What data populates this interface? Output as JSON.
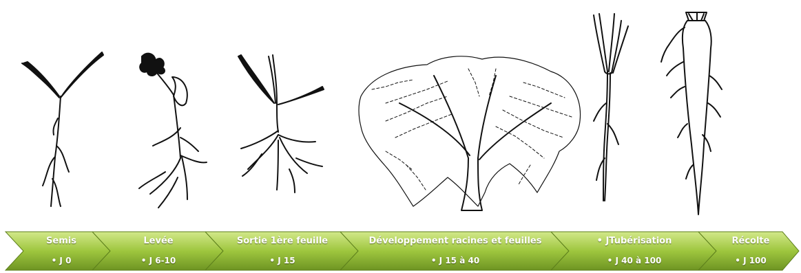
{
  "diagram": {
    "stages": [
      {
        "title": "Semis",
        "detail": "• J 0",
        "illustration": "seedling-illustration"
      },
      {
        "title": "Levée",
        "detail": "• J 6-10",
        "illustration": "emergence-illustration"
      },
      {
        "title": "Sortie 1ère feuille",
        "detail": "• J 15",
        "illustration": "first-leaf-illustration"
      },
      {
        "title": "Développement racines et feuilles",
        "detail": "• J 15 à 40",
        "illustration": "foliage-illustration"
      },
      {
        "title": "• JTubérisation",
        "detail": "• J 40 à 100",
        "illustration": "tuberization-illustration"
      },
      {
        "title": "Récolte",
        "detail": "• J 100",
        "illustration": "carrot-root-illustration"
      }
    ],
    "colors": {
      "chevron_light": "#c9e27a",
      "chevron_dark": "#7fa52a",
      "text": "#ffffff",
      "ink": "#111111"
    }
  }
}
